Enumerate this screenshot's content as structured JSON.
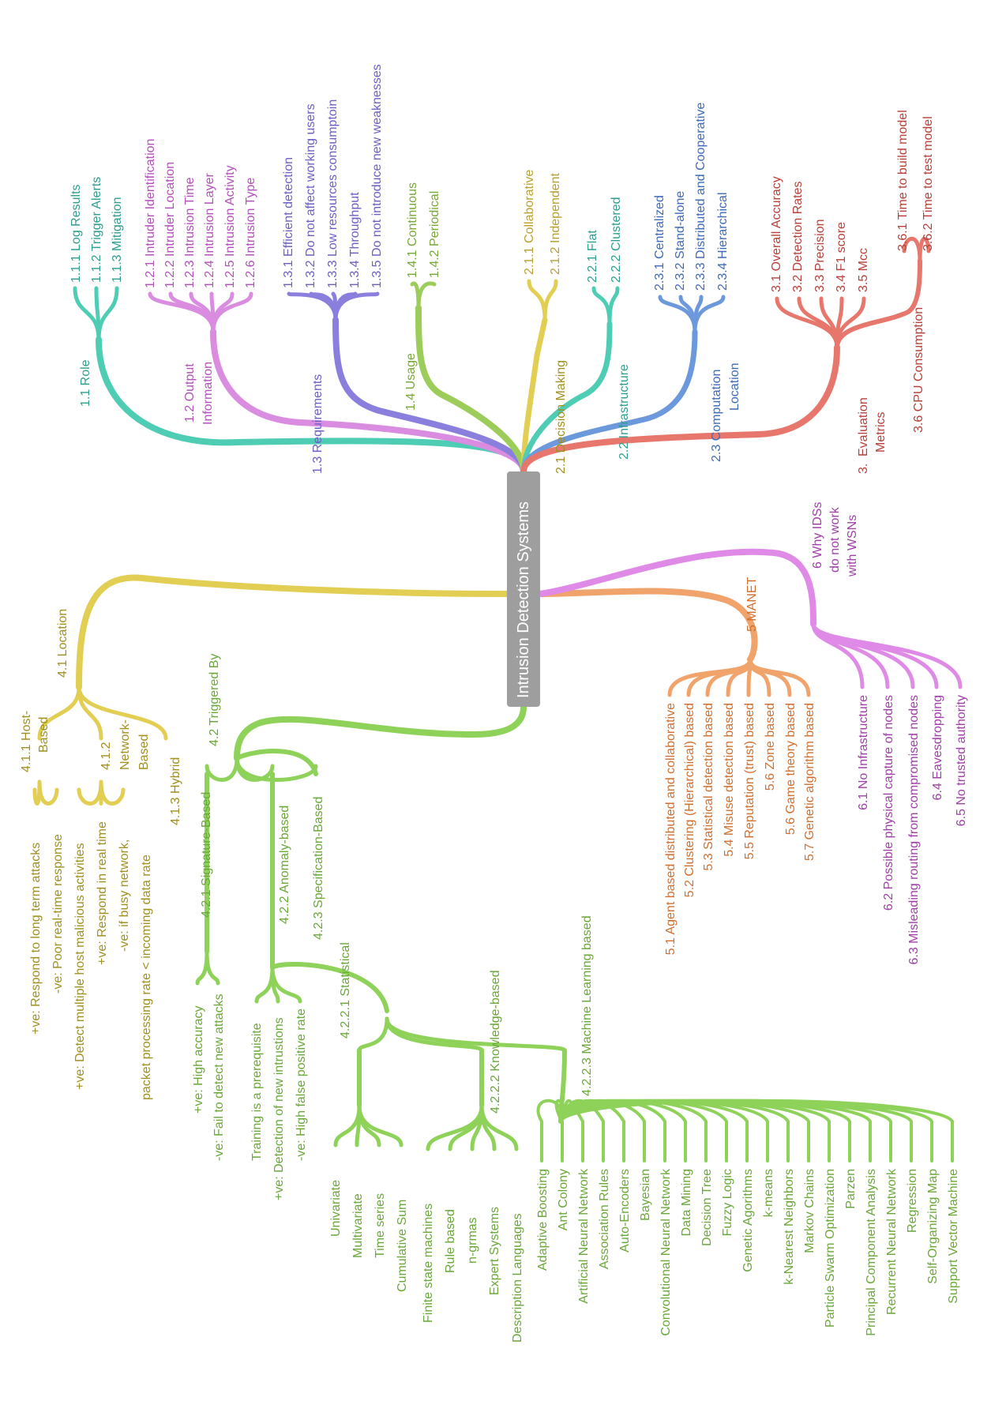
{
  "root": "Intrusion Detection Systems",
  "colors": {
    "teal": "#4ecdb4",
    "violet": "#d98ce0",
    "purple": "#8a7fdc",
    "lime": "#9ccc5a",
    "yellow": "#e2ce52",
    "cyan": "#4ecdb4",
    "blue": "#6c98dc",
    "red": "#e7776d",
    "orange": "#f0a36b",
    "pink": "#df8ae6",
    "green": "#8fd25a",
    "root_bg": "#9e9e9e"
  },
  "branches": {
    "b1_1": {
      "label": "1.1 Role",
      "leaves": [
        "1.1.1 Log Results",
        "1.1.2 Trigger Alerts",
        "1.1.3 Mitigation"
      ]
    },
    "b1_2": {
      "label1": "1.2 Output",
      "label2": "Information",
      "leaves": [
        "1.2.1 Intruder Identification",
        "1.2.2 Intruder Location",
        "1.2.3 Intrusion Time",
        "1.2.4 Intrusion Layer",
        "1.2.5 Intrusion Activity",
        "1.2.6 Intrusion Type"
      ]
    },
    "b1_3": {
      "label": "1.3 Requirements",
      "leaves": [
        "1.3.1 Efficient detection",
        "1.3.2 Do not affect working users",
        "1.3.3 Low resources consumptoin",
        "1.3.4 Throughput",
        "1.3.5 Do not introduce new weaknesses"
      ]
    },
    "b1_4": {
      "label": "1.4 Usage",
      "leaves": [
        "1.4.1 Continuous",
        "1.4.2 Periodical"
      ]
    },
    "b2_1": {
      "label": "2.1 Decision Making",
      "leaves": [
        "2.1.1 Collaborative",
        "2.1.2 Independent"
      ]
    },
    "b2_2": {
      "label": "2.2 Infrastructure",
      "leaves": [
        "2.2.1 Flat",
        "2.2.2 Clustered"
      ]
    },
    "b2_3": {
      "label1": "2.3 Computation",
      "label2": "Location",
      "leaves": [
        "2.3.1 Centralized",
        "2.3.2 Stand-alone",
        "2.3.3 Distributed and Cooperative",
        "2.3.4 Hierarchical"
      ]
    },
    "b3": {
      "label1": "3.",
      "label2": "Evaluation",
      "label3": "Metrics",
      "leaves": [
        "3.1 Overall Accuracy",
        "3.2 Detection Rates",
        "3.3 Precision",
        "3.4 F1 score",
        "3.5 Mcc"
      ]
    },
    "b3_6": {
      "label": "3.6 CPU Consumption",
      "leaves": [
        "3.6.1 Time to build model",
        "3.6.2 Time to test model"
      ]
    },
    "b4_1": {
      "label": "4.1 Location"
    },
    "b4_1_1": {
      "label1": "4.1.1 Host-",
      "label2": "Based",
      "leaves": [
        "+ve: Respond to long term attacks",
        "-ve: Poor real-time response"
      ]
    },
    "b4_1_2": {
      "label1": "4.1.2",
      "label2": "Network-",
      "label3": "Based",
      "leaves": [
        "+ve: Detect multiple host malicious activities",
        "+ve: Respond in real time",
        "-ve: if busy network,"
      ],
      "leaf_extra": "packet processing rate < incoming data rate"
    },
    "b4_1_3": {
      "label": "4.1.3 Hybrid"
    },
    "b4_2": {
      "label": "4.2 Triggered By"
    },
    "b4_2_1": {
      "label": "4.2.1 Signature-Based",
      "leaves": [
        "+ve: High accuracy",
        "-ve: Fail to detect new attacks"
      ]
    },
    "b4_2_2": {
      "label": "4.2.2 Anomaly-based",
      "leaves": [
        "Training is a prerequisite",
        "+ve: Detection of new intrustions",
        "-ve: High false positive rate"
      ]
    },
    "b4_2_3": {
      "label": "4.2.3 Specification-Based"
    },
    "b4_2_2_1": {
      "label": "4.2.2.1 Statistical",
      "leaves": [
        "Univariate",
        "Multivariate",
        "Time series",
        "Cumulative Sum"
      ]
    },
    "b4_2_2_2": {
      "label": "4.2.2.2 Knowledge-based",
      "leaves": [
        "Finite state machines",
        "Rule based",
        "n-grmas",
        "Expert Systems",
        "Description Languages"
      ]
    },
    "b4_2_2_3": {
      "label": "4.2.2.3 Machine Learning based",
      "leaves": [
        "Adaptive Boosting",
        "Ant Colony",
        "Artificial Neural Network",
        "Association Rules",
        "Auto-Encoders",
        "Bayesian",
        "Convolutional Neural Network",
        "Data Mining",
        "Decision Tree",
        "Fuzzy Logic",
        "Genetic Agorithms",
        "k-means",
        "k-Nearest Neighbors",
        "Markov Chains",
        "Particle Swarm Optimization",
        "Parzen",
        "Principal Component Analysis",
        "Recurrent Neural Network",
        "Regression",
        "Self-Organizing Map",
        "Support Vector Machine"
      ]
    },
    "b5": {
      "label": "5 MANET",
      "leaves": [
        "5.1 Agent based distributed and collaborative",
        "5.2 Clustering (Hierarchical) based",
        "5.3 Statistical detection based",
        "5.4 Misuse detection based",
        "5.5 Reputation (trust) based",
        "5.6 Zone based",
        "5.6 Game theory based",
        "5.7 Genetic algorithm based"
      ]
    },
    "b6": {
      "label1": "6 Why IDSs",
      "label2": "do not work",
      "label3": "with WSNs",
      "leaves": [
        "6.1 No Infrastructure",
        "6.2 Possible physical capture of nodes",
        "6.3 Misleading routing from compromised nodes",
        "6.4 Eavesdropping",
        "6.5 No trusted authority"
      ]
    }
  }
}
